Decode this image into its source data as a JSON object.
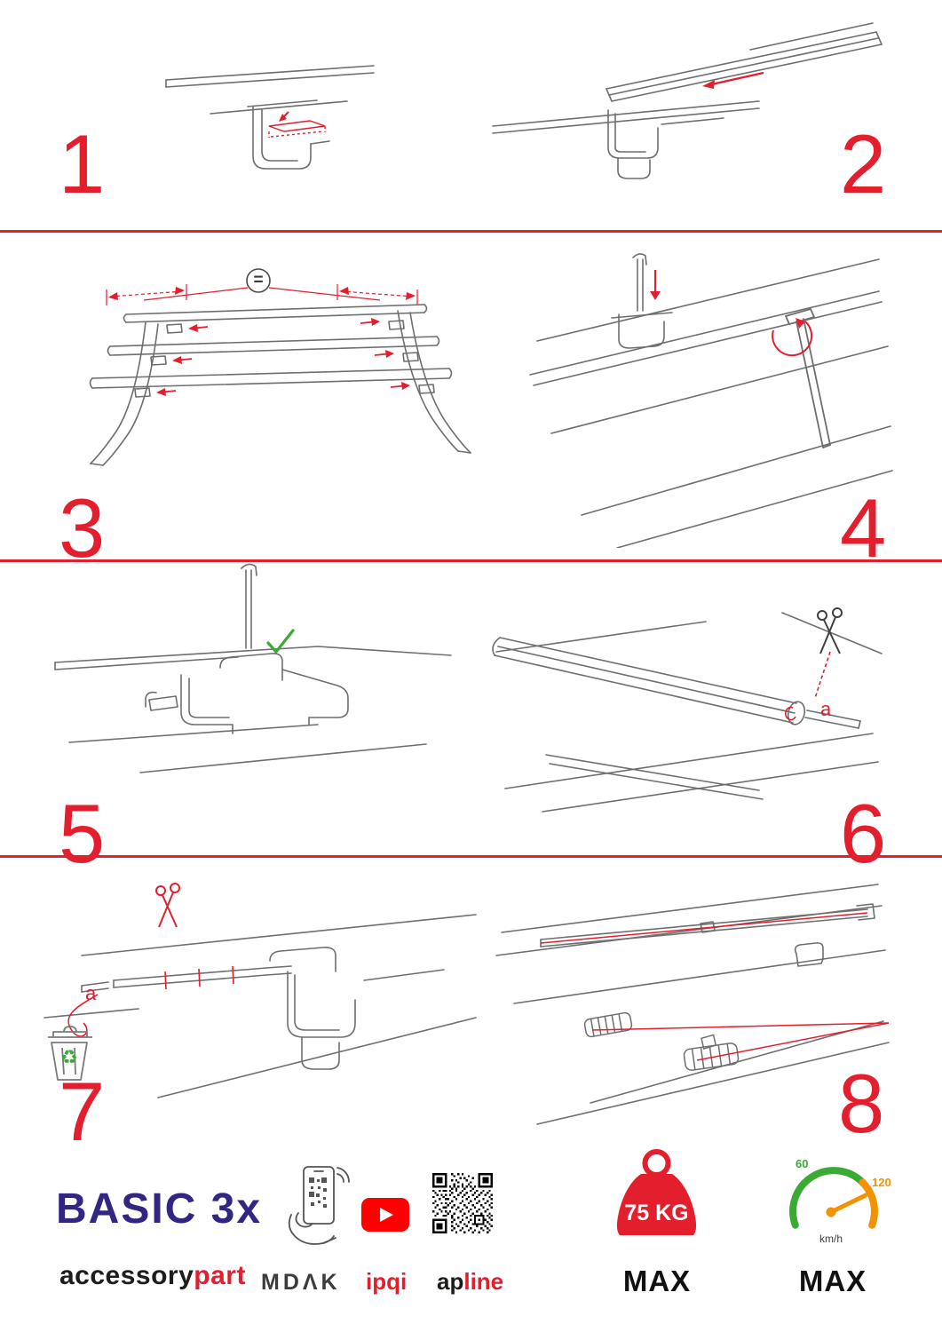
{
  "steps": [
    {
      "number": "1"
    },
    {
      "number": "2"
    },
    {
      "number": "3",
      "equal_label": "="
    },
    {
      "number": "4"
    },
    {
      "number": "5"
    },
    {
      "number": "6",
      "cut_label": "a"
    },
    {
      "number": "7",
      "cut_label": "a"
    },
    {
      "number": "8"
    }
  ],
  "icons": {
    "recycle": "♻"
  },
  "footer": {
    "brand": {
      "title": "BASIC 3x",
      "subtitle_black": "accessory",
      "subtitle_red": "part"
    },
    "partners": {
      "mdak": "MDΛK",
      "ipqi": "ipqi",
      "apline_black": "ap",
      "apline_red": "line"
    },
    "load": {
      "value": "75 KG",
      "label": "MAX"
    },
    "speed": {
      "low": "60",
      "high": "120",
      "unit": "km/h",
      "label": "MAX"
    }
  },
  "colors": {
    "accent_red": "#e31e2d",
    "brand_blue": "#312783",
    "line_gray": "#6e6e6e",
    "green": "#3aaa35",
    "orange": "#f39200",
    "youtube_red": "#ff0000",
    "text_dark": "#1d1d1b"
  }
}
